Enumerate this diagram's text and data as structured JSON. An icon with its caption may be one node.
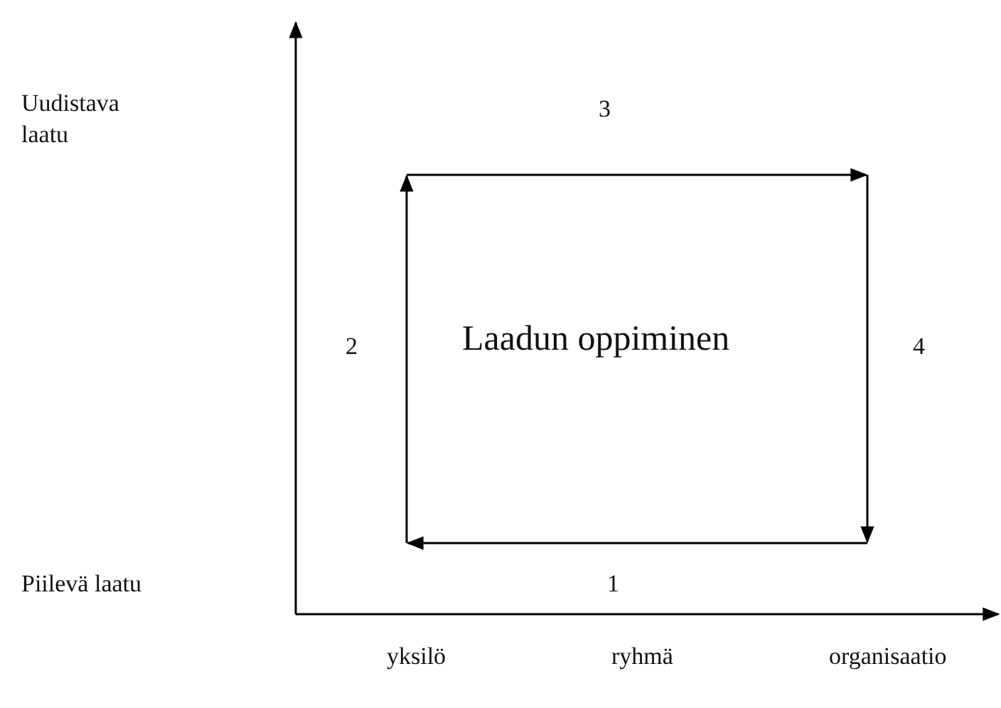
{
  "diagram": {
    "labels": [
      "Uudistava laatu",
      "3",
      "2",
      "Laadun oppiminen",
      "4",
      "Piilevä laatu",
      "1",
      "yksilö",
      "ryhmä",
      "organisaatio"
    ]
  }
}
